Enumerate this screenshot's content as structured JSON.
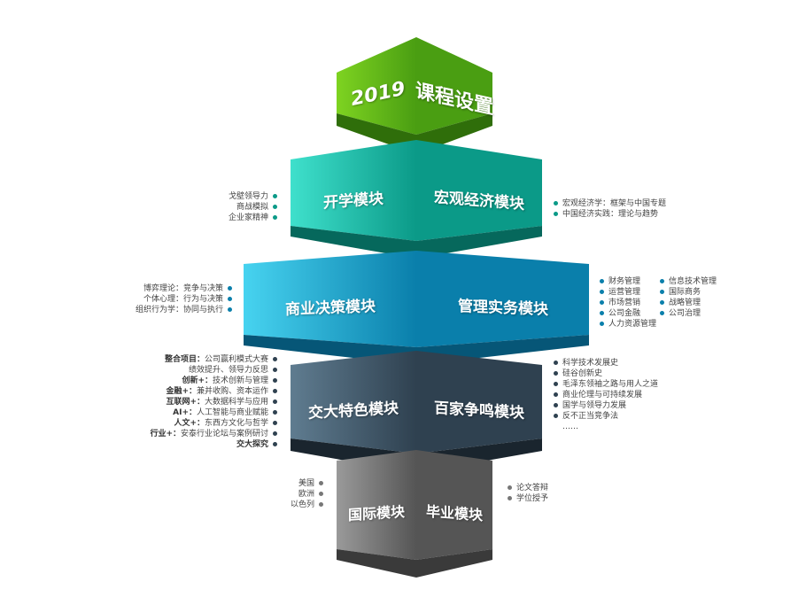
{
  "blocks": [
    {
      "left": "2019",
      "right": "课程设置",
      "colors": [
        "#7ed321",
        "#4a9e12",
        "#2f6e0a"
      ]
    },
    {
      "left": "开学模块",
      "right": "宏观经济模块",
      "colors": [
        "#3fe0cc",
        "#0b9a88",
        "#06685c"
      ]
    },
    {
      "left": "商业决策模块",
      "right": "管理实务模块",
      "colors": [
        "#47d3f0",
        "#0a7fab",
        "#065677"
      ]
    },
    {
      "left": "交大特色模块",
      "right": "百家争鸣模块",
      "colors": [
        "#5f7c90",
        "#2f4150",
        "#1a252e"
      ]
    },
    {
      "left": "国际模块",
      "right": "毕业模块",
      "colors": [
        "#9a9a9a",
        "#555555",
        "#3a3a3a"
      ]
    }
  ],
  "lists": {
    "kaixue": [
      "戈壁领导力",
      "商战模拟",
      "企业家精神"
    ],
    "hongguan": [
      "宏观经济学：框架与中国专题",
      "中国经济实践：理论与趋势"
    ],
    "shangye": [
      "博弈理论：竞争与决策",
      "个体心理：行为与决策",
      "组织行为学：协同与执行"
    ],
    "guanli_col1": [
      "财务管理",
      "运营管理",
      "市场营销",
      "公司金融",
      "人力资源管理"
    ],
    "guanli_col2": [
      "信息技术管理",
      "国际商务",
      "战略管理",
      "公司治理"
    ],
    "tese": [
      {
        "b": "整合项目：",
        "t": "公司赢利模式大赛"
      },
      {
        "b": "",
        "t": "绩效提升、领导力反思"
      },
      {
        "b": "创新+：",
        "t": "技术创新与管理"
      },
      {
        "b": "金融+：",
        "t": "兼并收购、资本运作"
      },
      {
        "b": "互联网+：",
        "t": "大数据科学与应用"
      },
      {
        "b": "AI+：",
        "t": "人工智能与商业赋能"
      },
      {
        "b": "人文+：",
        "t": "东西方文化与哲学"
      },
      {
        "b": "行业+：",
        "t": "安泰行业论坛与案例研讨"
      },
      {
        "b": "交大探究",
        "t": ""
      }
    ],
    "baijia": [
      "科学技术发展史",
      "硅谷创新史",
      "毛泽东领袖之路与用人之道",
      "商业伦理与可持续发展",
      "国学与领导力发展",
      "反不正当竞争法",
      "……"
    ],
    "guoji": [
      "美国",
      "欧洲",
      "以色列"
    ],
    "biye": [
      "论文答辩",
      "学位授予"
    ]
  },
  "dot_colors": {
    "teal": "#0b9a88",
    "blue": "#0a7fab",
    "navy": "#2f4150",
    "gray": "#777777"
  }
}
